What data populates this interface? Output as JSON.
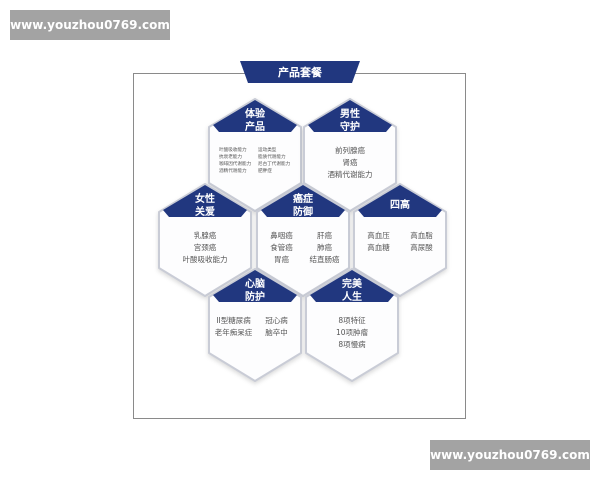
{
  "watermark": "www.youzhou0769.com",
  "banner": "产品套餐",
  "colors": {
    "cap": "#21377f",
    "border": "#c9ccd6",
    "body_text": "#555555",
    "watermark_bg": "#a3a3a3"
  },
  "hexes": [
    {
      "title": [
        "体验",
        "产品"
      ],
      "style": "tiny",
      "items": [
        "叶酸吸收能力",
        "运动类型",
        "抗衰老能力",
        "脂质代谢能力",
        "咖啡因代谢能力",
        "尼古丁代谢能力",
        "酒精代谢能力",
        "肥胖症"
      ]
    },
    {
      "title": [
        "男性",
        "守护"
      ],
      "style": "one",
      "items": [
        "前列腺癌",
        "肾癌",
        "酒精代谢能力"
      ]
    },
    {
      "title": [
        "女性",
        "关爱"
      ],
      "style": "one",
      "items": [
        "乳腺癌",
        "宫颈癌",
        "叶酸吸收能力"
      ]
    },
    {
      "title": [
        "癌症",
        "防御"
      ],
      "style": "two",
      "items": [
        "鼻咽癌",
        "肝癌",
        "食管癌",
        "肺癌",
        "胃癌",
        "结直肠癌"
      ]
    },
    {
      "title": [
        "四高"
      ],
      "style": "two",
      "items": [
        "高血压",
        "高血脂",
        "高血糖",
        "高尿酸"
      ]
    },
    {
      "title": [
        "心脑",
        "防护"
      ],
      "style": "two",
      "items": [
        "II型糖尿病",
        "冠心病",
        "老年痴呆症",
        "脑卒中"
      ]
    },
    {
      "title": [
        "完美",
        "人生"
      ],
      "style": "one",
      "items": [
        "8项特征",
        "10项肿瘤",
        "8项慢病"
      ]
    }
  ]
}
